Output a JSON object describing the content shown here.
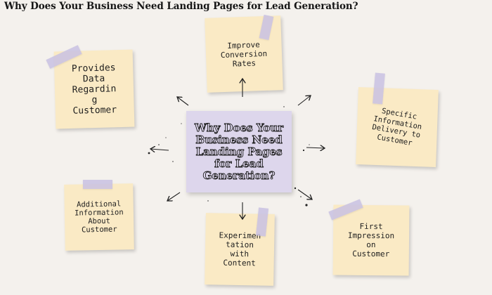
{
  "title": "Why Does Your Business Need Landing Pages for Lead Generation?",
  "center": {
    "text": "Why Does Your\nBusiness Need\nLanding Pages\nfor Lead\nGeneration?"
  },
  "notes": {
    "improve_conversion": "Improve\nConversion\nRates",
    "provides_data": "Provides\nData\nRegardin\ng\nCustomer",
    "specific_info": "Specific\nInformation\nDelivery to\nCustomer",
    "additional_info": "Additional\nInformation\nAbout\nCustomer",
    "experimentation": "Experimen\ntation\nwith\nContent",
    "first_impression": "First\nImpression\non\nCustomer"
  },
  "colors": {
    "note": "#faeac5",
    "center_note": "#ddd6ec",
    "tape": "#c8c1e2",
    "background": "#f4f1ed"
  },
  "icons": [
    "arrow-icon"
  ]
}
